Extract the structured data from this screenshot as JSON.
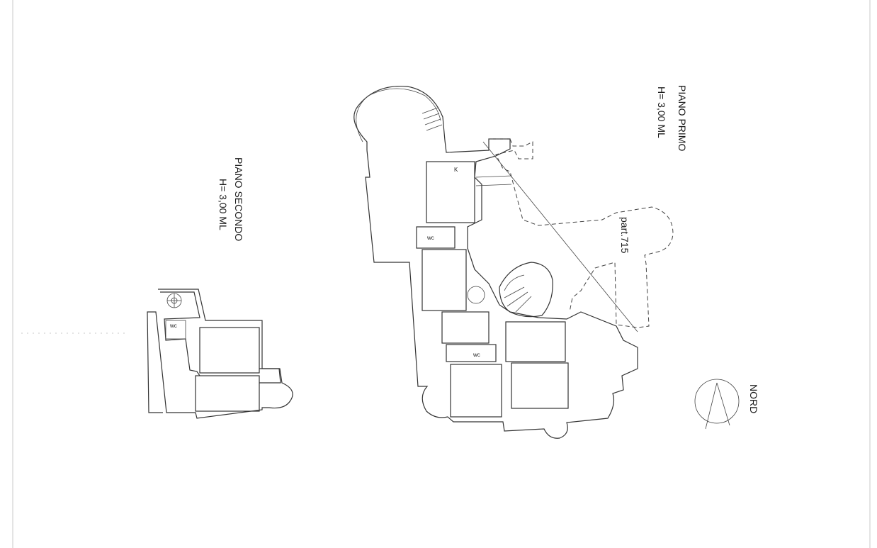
{
  "floors": {
    "first": {
      "name": "PIANO PRIMO",
      "height": "H= 3,00 ML"
    },
    "second": {
      "name": "PIANO SECONDO",
      "height": "H= 3,00 ML"
    }
  },
  "labels": {
    "parcel": "part.715",
    "north": "NORD",
    "kitchen": "K",
    "wc": "wc"
  }
}
